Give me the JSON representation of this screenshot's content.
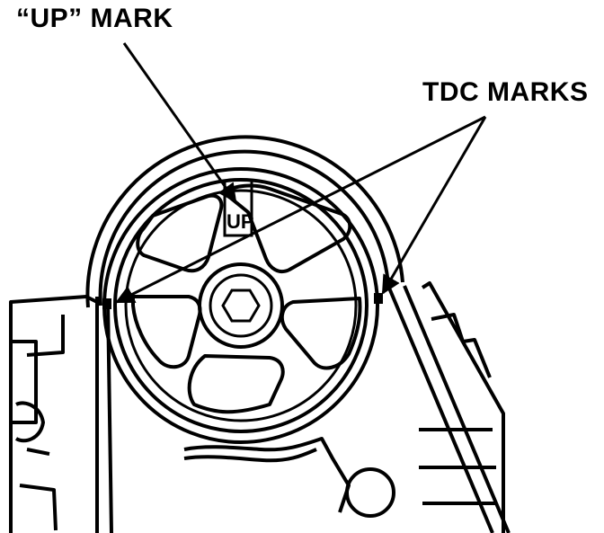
{
  "labels": {
    "up_mark": "“UP” MARK",
    "tdc_marks": "TDC MARKS",
    "pulley_stamp": "UP"
  },
  "colors": {
    "ink": "#000000",
    "paper": "#ffffff"
  }
}
